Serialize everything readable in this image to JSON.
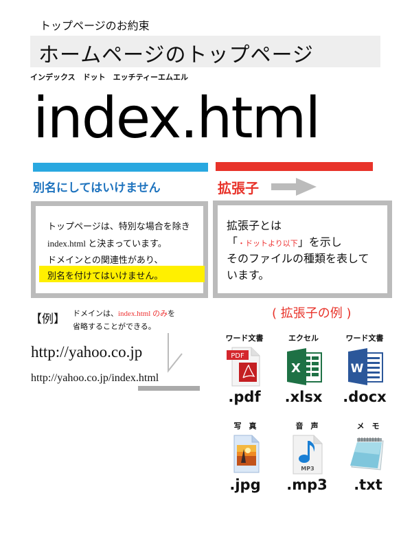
{
  "header": {
    "subtitle": "トップページのお約束",
    "title": "ホームページのトップページ",
    "reading": "インデックス　ドット　エッチティーエムエル"
  },
  "hero": {
    "name_part": "index",
    "ext_part": ".html"
  },
  "labels": {
    "name_label": "別名にしてはいけません",
    "ext_label": "拡張子"
  },
  "colors": {
    "blue": "#29a8e0",
    "blue_text": "#1e73be",
    "red": "#e8332a",
    "gray": "#bbbbbb",
    "highlight": "#fff000"
  },
  "box_left": {
    "lines": [
      "トップページは、特別な場合を除き",
      "index.html と決まっています。",
      "ドメインとの関連性があり、",
      "別名を付けてはいけません。"
    ]
  },
  "box_right": {
    "line1": "拡張子とは",
    "line2_open": "「",
    "line2_red": "・ドットより以下",
    "line2_close": "」を示し",
    "line3": "そのファイルの種類を表して",
    "line4": "います。"
  },
  "example": {
    "label": "【例】",
    "note_prefix": "ドメインは、",
    "note_red": "index.html のみ",
    "note_suffix": "を",
    "note_line2": "省略することができる。",
    "url_short": "http://yahoo.co.jp",
    "url_full": "http://yahoo.co.jp/index.html"
  },
  "extensions": {
    "heading": "( 拡張子の例 )",
    "files": [
      {
        "caption": "ワード文書",
        "ext": ".pdf",
        "icon": "pdf-file-icon"
      },
      {
        "caption": "エクセル",
        "ext": ".xlsx",
        "icon": "excel-file-icon"
      },
      {
        "caption": "ワード文書",
        "ext": ".docx",
        "icon": "word-file-icon"
      },
      {
        "caption": "写　真",
        "ext": ".jpg",
        "icon": "image-file-icon"
      },
      {
        "caption": "音　声",
        "ext": ".mp3",
        "icon": "audio-file-icon"
      },
      {
        "caption": "メ　モ",
        "ext": ".txt",
        "icon": "notepad-icon"
      }
    ],
    "pdf_badge": "PDF",
    "excel_letter": "X",
    "word_letter": "W",
    "mp3_badge": "MP3"
  }
}
